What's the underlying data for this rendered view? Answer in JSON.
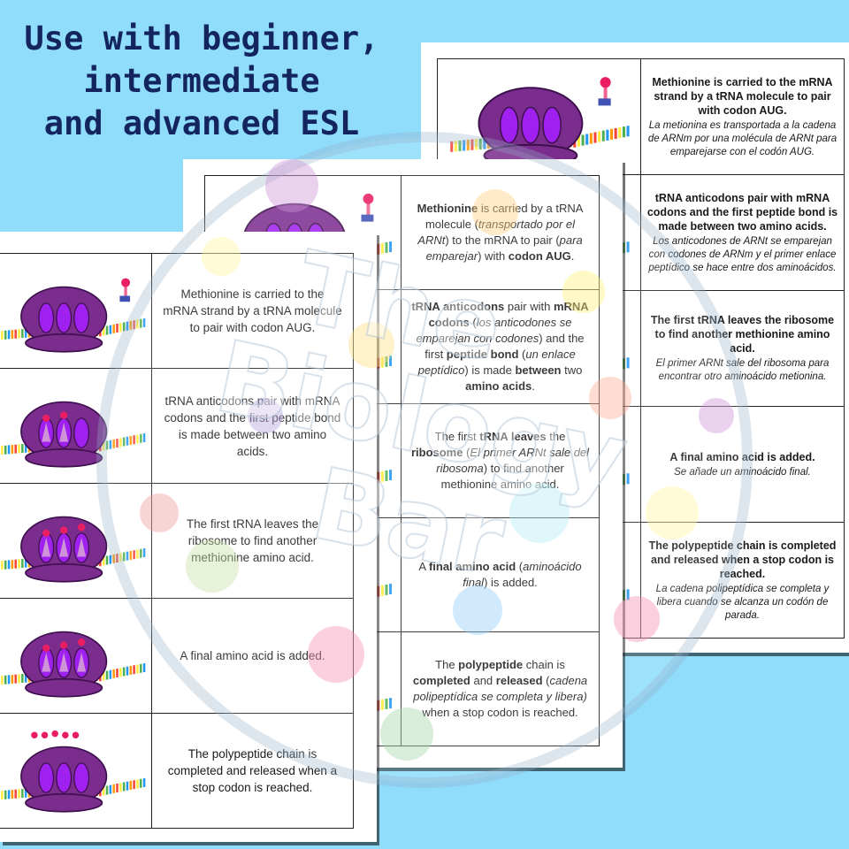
{
  "headline": {
    "lines": [
      "Use with beginner,",
      "intermediate",
      "and advanced ESL"
    ]
  },
  "colors": {
    "background": "#8fdcfb",
    "headline": "#13245e",
    "ribosome": "#7b2d8e",
    "subunit": "#a020f0"
  },
  "watermark": {
    "text": "The Biology Bar"
  },
  "sheet_advanced": {
    "rows": [
      {
        "en": "Methionine is carried to the mRNA strand by a tRNA molecule to pair with codon AUG.",
        "es": "La metionina es transportada a la cadena de ARNm por una molécula de ARNt para emparejarse con el codón AUG."
      },
      {
        "en": "tRNA anticodons pair with mRNA codons and the first peptide bond is made between two amino acids.",
        "es": "Los anticodones de ARNt se emparejan con codones de ARNm y el primer enlace peptídico se hace entre dos aminoácidos."
      },
      {
        "en": "The first tRNA leaves the ribosome to find another methionine amino acid.",
        "es": "El primer ARNt sale del ribosoma para encontrar otro aminoácido metionina."
      },
      {
        "en": "A final amino acid is added.",
        "es": "Se añade un aminoácido final."
      },
      {
        "en": "The polypeptide chain is completed and released when a stop codon is reached.",
        "es": "La cadena polipeptídica se completa y libera cuando se alcanza un codón de parada."
      }
    ]
  },
  "sheet_intermediate": {
    "rows": [
      {
        "parts": [
          {
            "t": "Methionine",
            "s": "b"
          },
          {
            "t": " is carried by a tRNA molecule ("
          },
          {
            "t": "transportado por el ARNt",
            "s": "i"
          },
          {
            "t": ") to the mRNA to pair ("
          },
          {
            "t": "para emparejar",
            "s": "i"
          },
          {
            "t": ") with "
          },
          {
            "t": "codon AUG",
            "s": "b"
          },
          {
            "t": "."
          }
        ]
      },
      {
        "parts": [
          {
            "t": "tRNA anticodons",
            "s": "b"
          },
          {
            "t": " pair with "
          },
          {
            "t": "mRNA codons",
            "s": "b"
          },
          {
            "t": " ("
          },
          {
            "t": "los anticodones se emparejan con codones",
            "s": "i"
          },
          {
            "t": ") and the first "
          },
          {
            "t": "peptide bond",
            "s": "b"
          },
          {
            "t": " ("
          },
          {
            "t": "un enlace peptídico",
            "s": "i"
          },
          {
            "t": ") is made "
          },
          {
            "t": "between",
            "s": "b"
          },
          {
            "t": " two "
          },
          {
            "t": "amino acids",
            "s": "b"
          },
          {
            "t": "."
          }
        ]
      },
      {
        "parts": [
          {
            "t": "The first "
          },
          {
            "t": "tRNA leaves",
            "s": "b"
          },
          {
            "t": " the "
          },
          {
            "t": "ribosome",
            "s": "b"
          },
          {
            "t": " ("
          },
          {
            "t": "El primer ARNt sale del ribosoma",
            "s": "i"
          },
          {
            "t": ") to find another methionine amino acid."
          }
        ]
      },
      {
        "parts": [
          {
            "t": "A "
          },
          {
            "t": "final amino acid",
            "s": "b"
          },
          {
            "t": " ("
          },
          {
            "t": "aminoácido final",
            "s": "i"
          },
          {
            "t": ") is added."
          }
        ]
      },
      {
        "parts": [
          {
            "t": "The "
          },
          {
            "t": "polypeptide",
            "s": "b"
          },
          {
            "t": " chain is "
          },
          {
            "t": "completed",
            "s": "b"
          },
          {
            "t": " and "
          },
          {
            "t": "released",
            "s": "b"
          },
          {
            "t": " ("
          },
          {
            "t": "cadena polipeptídica se completa y libera)",
            "s": "i"
          },
          {
            "t": " when a stop codon is reached."
          }
        ]
      }
    ]
  },
  "sheet_beginner": {
    "rows": [
      {
        "text": "Methionine is carried to the mRNA strand by a tRNA molecule to pair with codon AUG."
      },
      {
        "text": "tRNA anticodons pair with mRNA codons and the first peptide bond is made between two amino acids."
      },
      {
        "text": "The first tRNA leaves the ribosome to find another methionine amino acid."
      },
      {
        "text": "A final amino acid is added."
      },
      {
        "text": "The polypeptide chain is completed and released when a stop codon is reached."
      }
    ]
  }
}
